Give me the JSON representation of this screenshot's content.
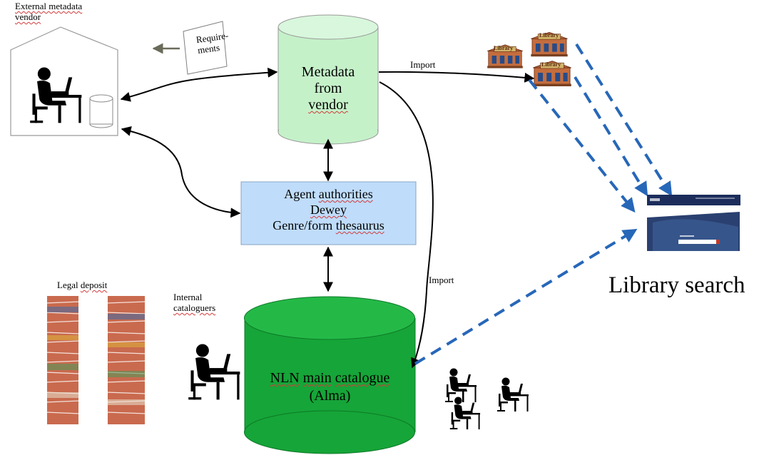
{
  "vendor": {
    "title_line1": "External metadata",
    "title_line2": "vendor"
  },
  "requirements": {
    "line1": "Require-",
    "line2": "ments"
  },
  "metadata_db": {
    "line1": "Metadata",
    "line2": "from",
    "line3": "vendor"
  },
  "authorities": {
    "line1_prefix": "Agent ",
    "line1_word": "authorities",
    "line2": "Dewey",
    "line3_prefix": "Genre/form ",
    "line3_word": "thesaurus"
  },
  "import_top": "Import",
  "import_side": "Import",
  "legal_deposit": {
    "prefix": "Legal ",
    "word": "deposit"
  },
  "internal_cataloguers": {
    "line1": "Internal",
    "line2": "cataloguers"
  },
  "main_catalogue": {
    "w1": "NLN",
    "w2": "main",
    "w3": "catalogue",
    "line2": "(Alma)"
  },
  "library_tag": "Library",
  "library_search": "Library search",
  "colors": {
    "metadata_db": "#c5f1c9",
    "main_db": "#16a538",
    "authorities_box": "#bfdcfb",
    "dashed_arrows": "#2767b8",
    "library_banner": "#1c2d5c"
  },
  "icons": [
    "house-icon",
    "person-at-desk-icon",
    "document-icon",
    "database-icon",
    "library-building-icon",
    "book-stack-icon",
    "screenshot-thumbnail-icon"
  ]
}
